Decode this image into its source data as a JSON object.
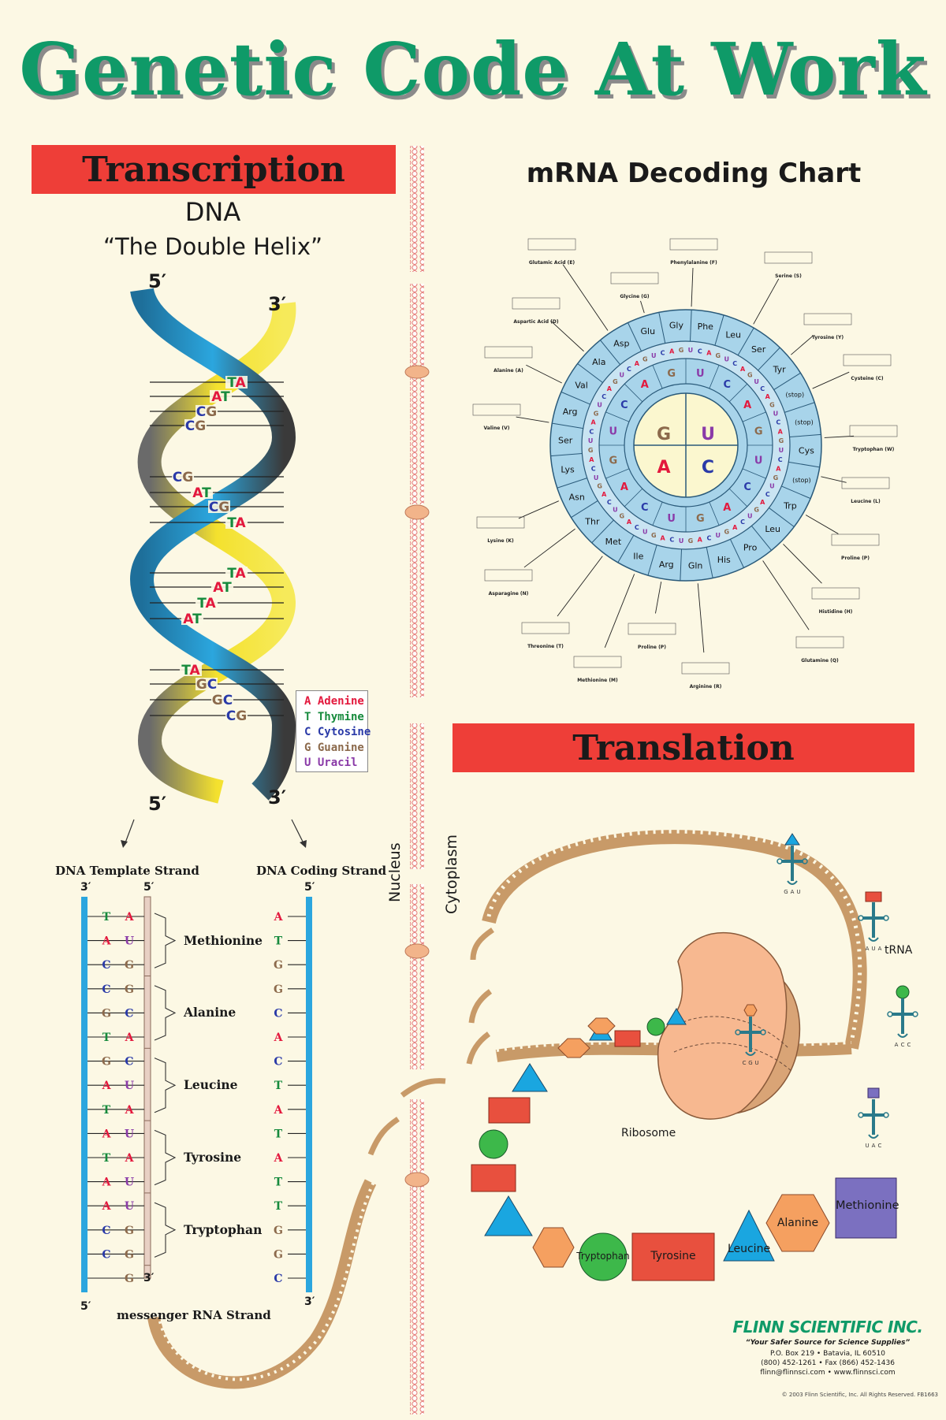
{
  "title": "Genetic Code At Work",
  "transcription": {
    "heading": "Transcription",
    "dna_heading": "DNA",
    "helix_heading": "“The Double Helix”",
    "end_top_left": "5′",
    "end_top_right": "3′",
    "end_bottom_left": "5′",
    "end_bottom_right": "3′",
    "helix_pairs": [
      "TA",
      "AT",
      "CG",
      "CG",
      "CG",
      "AT",
      "CG",
      "TA",
      "TA",
      "AT",
      "TA",
      "AT",
      "TA",
      "GC",
      "GC",
      "CG"
    ],
    "legend": [
      {
        "letter": "A",
        "name": "Adenine",
        "color": "#e3183d"
      },
      {
        "letter": "T",
        "name": "Thymine",
        "color": "#168a3c"
      },
      {
        "letter": "C",
        "name": "Cytosine",
        "color": "#2a3aa8"
      },
      {
        "letter": "G",
        "name": "Guanine",
        "color": "#8c6a4c"
      },
      {
        "letter": "U",
        "name": "Uracil",
        "color": "#8a3aa8"
      }
    ]
  },
  "strands": {
    "template_title": "DNA Template Strand",
    "coding_title": "DNA Coding Strand",
    "mrna_title": "messenger RNA Strand",
    "template_top": "3′",
    "template_bottom": "5′",
    "mrna_top": "5′",
    "mrna_bottom": "3′",
    "coding_top": "5′",
    "coding_bottom": "3′",
    "rows": [
      {
        "t": "T",
        "m": "A",
        "c": "A"
      },
      {
        "t": "A",
        "m": "U",
        "c": "T"
      },
      {
        "t": "C",
        "m": "G",
        "c": "G"
      },
      {
        "t": "C",
        "m": "G",
        "c": "G"
      },
      {
        "t": "G",
        "m": "C",
        "c": "C"
      },
      {
        "t": "T",
        "m": "A",
        "c": "A"
      },
      {
        "t": "G",
        "m": "C",
        "c": "C"
      },
      {
        "t": "A",
        "m": "U",
        "c": "T"
      },
      {
        "t": "T",
        "m": "A",
        "c": "A"
      },
      {
        "t": "A",
        "m": "U",
        "c": "T"
      },
      {
        "t": "T",
        "m": "A",
        "c": "A"
      },
      {
        "t": "A",
        "m": "U",
        "c": "T"
      },
      {
        "t": "A",
        "m": "U",
        "c": "T"
      },
      {
        "t": "C",
        "m": "G",
        "c": "G"
      },
      {
        "t": "C",
        "m": "G",
        "c": "G"
      },
      {
        "t": "",
        "m": "G",
        "c": "C"
      }
    ],
    "amino_acids": [
      "Methionine",
      "Alanine",
      "Leucine",
      "Tyrosine",
      "Tryptophan"
    ]
  },
  "membrane": {
    "nucleus_label": "Nucleus",
    "cytoplasm_label": "Cytoplasm"
  },
  "decoding_chart": {
    "heading": "mRNA Decoding Chart",
    "center_bases": [
      "G",
      "U",
      "A",
      "C"
    ],
    "amino_sectors": [
      "Gly",
      "Phe",
      "Leu",
      "Ser",
      "Tyr",
      "(stop)",
      "(stop)",
      "Cys",
      "(stop)",
      "Trp",
      "Leu",
      "Pro",
      "His",
      "Gln",
      "Arg",
      "Ile",
      "Met",
      "Thr",
      "Asn",
      "Lys",
      "Ser",
      "Arg",
      "Val",
      "Ala",
      "Asp",
      "Glu"
    ],
    "outer_labels": [
      "Glutamic Acid (E)",
      "Phenylalanine (F)",
      "Glycine (G)",
      "Serine (S)",
      "Aspartic Acid (D)",
      "Tyrosine (Y)",
      "Alanine (A)",
      "Cysteine (C)",
      "Valine (V)",
      "Tryptophan (W)",
      "Leucine (L)",
      "Lysine (K)",
      "Proline (P)",
      "Asparagine (N)",
      "Histidine (H)",
      "Threonine (T)",
      "Proline (P)",
      "Glutamine (Q)",
      "Methionine (M)",
      "Arginine (R)"
    ]
  },
  "translation": {
    "heading": "Translation",
    "trna_label": "tRNA",
    "ribosome_label": "Ribosome",
    "anticodons": [
      "GAU",
      "AUA",
      "ACC",
      "UAC",
      "CGU"
    ],
    "chain": [
      "Methionine",
      "Alanine",
      "Leucine",
      "Tyrosine",
      "Tryptophan"
    ]
  },
  "footer": {
    "company": "FLINN SCIENTIFIC INC.",
    "tagline": "“Your Safer Source for Science Supplies”",
    "address": "P.O. Box 219 • Batavia, IL 60510",
    "phone": "(800) 452-1261 • Fax (866) 452-1436",
    "web": "flinn@flinnsci.com • www.flinnsci.com",
    "copyright": "© 2003 Flinn Scientific, Inc. All Rights Reserved.   FB1663"
  },
  "colors": {
    "green_title": "#0f9a68",
    "red_bar": "#ee3e38",
    "helix_blue": "#2ba6de",
    "helix_yellow": "#f4e12e",
    "strand_blue": "#2ba6de",
    "mrna_tan": "#c89a68",
    "chart_blue": "#a8d4ea",
    "chart_center": "#fbf7cf",
    "chain_orange": "#f5a060",
    "chain_green": "#3db84a",
    "chain_red": "#e8503e",
    "chain_purple": "#7b70c0",
    "chain_blue": "#1aa6e0"
  }
}
